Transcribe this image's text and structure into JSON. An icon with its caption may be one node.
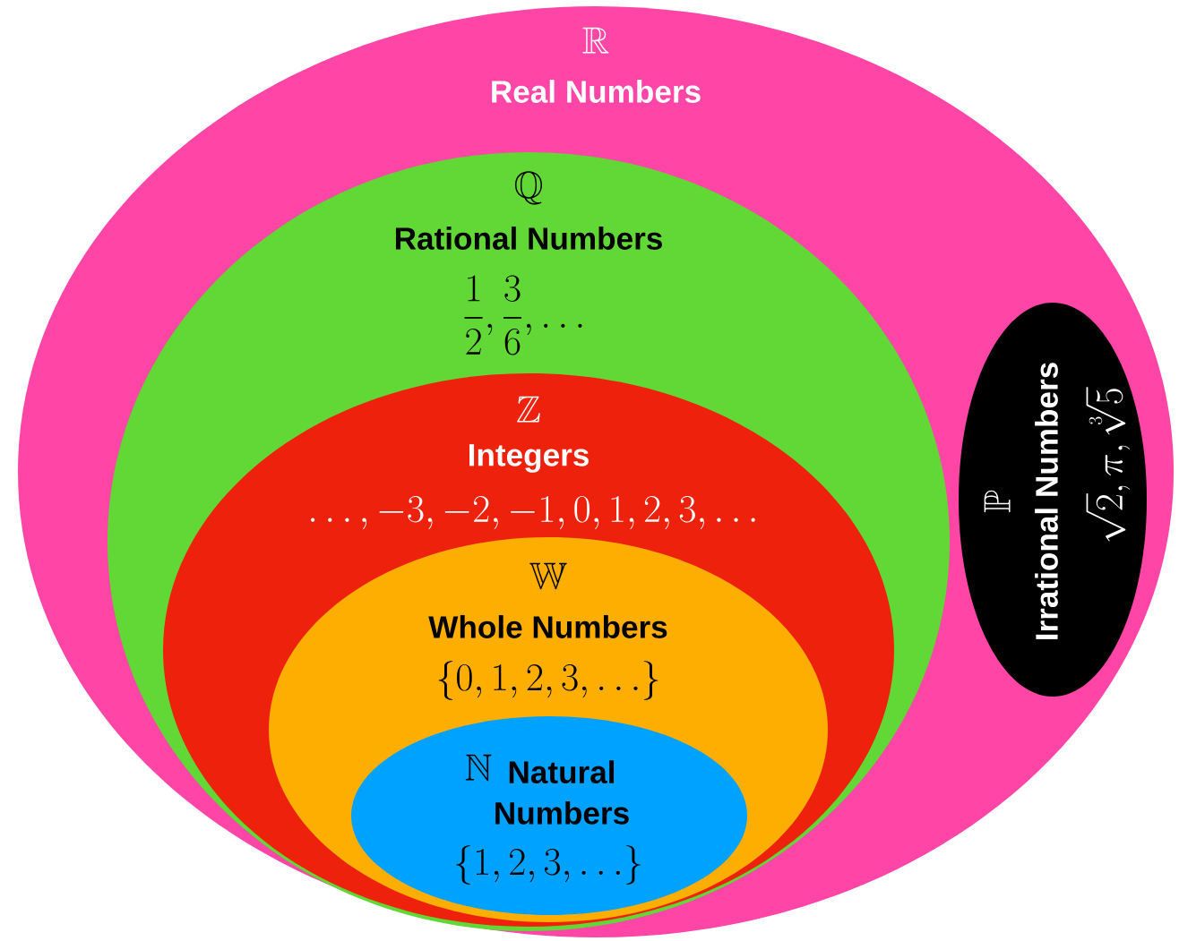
{
  "diagram": {
    "nodes": [
      {
        "text": [
          "\\mathbb{R}",
          "Real Numbers"
        ]
      },
      {
        "text": [
          "\\mathbb{Q}",
          "Rational Numbers",
          "\\frac{1}{2},\\frac{3}{6},\\ldots"
        ],
        "in": 0
      },
      {
        "text": [
          "\\mathbb{Z}",
          "Integers",
          "\\ldots,-3,-2,-1,0,1,2,3,\\ldots"
        ],
        "in": 1
      },
      {
        "text": [
          "\\mathbb{W}",
          "Whole Numbers",
          "\\{0,1,2,3,\\ldots\\}"
        ],
        "in": 2
      },
      {
        "text": [
          "\\mathbb{N}",
          "Natural Numbers",
          "\\{1,2,3,\\ldots\\}"
        ],
        "in": 3
      },
      {
        "text": [
          "\\mathbb{P}",
          "Irrational Numbers",
          "\\sqrt{2},\\pi,\\sqrt[3]{5}"
        ],
        "in": 0
      }
    ]
  }
}
